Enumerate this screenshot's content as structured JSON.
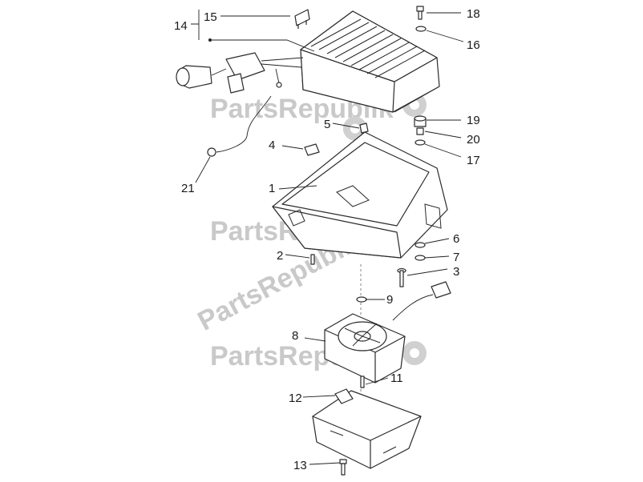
{
  "watermark": {
    "text": "PartsRepublik",
    "color": "#c9c9c9"
  },
  "callouts": {
    "n1": "1",
    "n2": "2",
    "n3": "3",
    "n4": "4",
    "n5": "5",
    "n6": "6",
    "n7": "7",
    "n8": "8",
    "n9": "9",
    "n11": "11",
    "n12": "12",
    "n13": "13",
    "n14": "14",
    "n15": "15",
    "n16": "16",
    "n17": "17",
    "n18": "18",
    "n19": "19",
    "n20": "20",
    "n21": "21"
  },
  "colors": {
    "line": "#2b2b2b",
    "label": "#1a1a1a",
    "background": "#ffffff"
  }
}
